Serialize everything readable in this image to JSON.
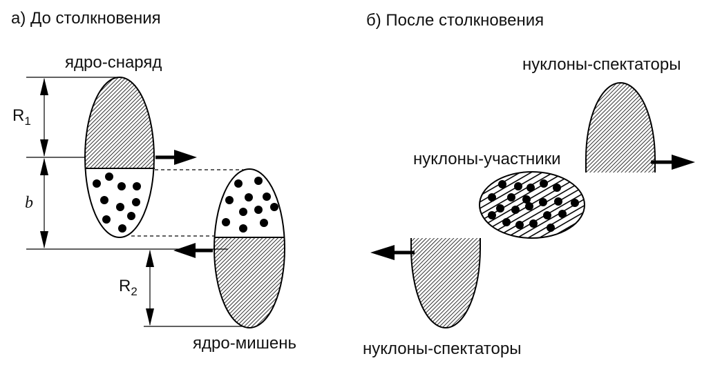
{
  "panel_a": {
    "caption": "а)  До столкновения",
    "projectile_label": "ядро-снаряд",
    "target_label": "ядро-мишень",
    "r1": {
      "base": "R",
      "sub": "1"
    },
    "r2": {
      "base": "R",
      "sub": "2"
    },
    "b": "b"
  },
  "panel_b": {
    "caption": "б) После столкновения",
    "spectators_top_label": "нуклоны-спектаторы",
    "participants_label": "нуклоны-участники",
    "spectators_bottom_label": "нуклоны-спектаторы"
  }
}
